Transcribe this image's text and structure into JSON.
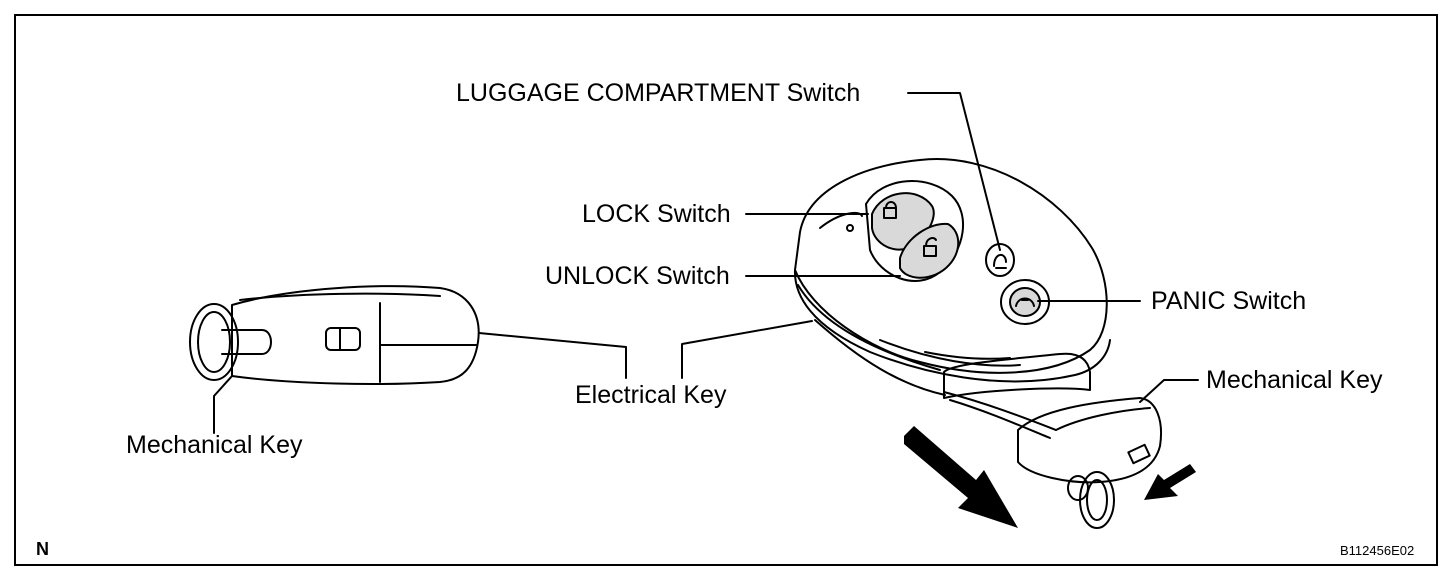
{
  "labels": {
    "luggage_switch": "LUGGAGE COMPARTMENT Switch",
    "lock_switch": "LOCK Switch",
    "unlock_switch": "UNLOCK Switch",
    "panic_switch": "PANIC Switch",
    "electrical_key": "Electrical Key",
    "mechanical_key_left": "Mechanical Key",
    "mechanical_key_right": "Mechanical Key"
  },
  "corner": {
    "left_marker": "N",
    "figure_code": "B112456E02"
  },
  "colors": {
    "ink": "#000000",
    "background": "#ffffff",
    "button_fill": "#d9d9d9",
    "arrow_fill": "#000000"
  }
}
